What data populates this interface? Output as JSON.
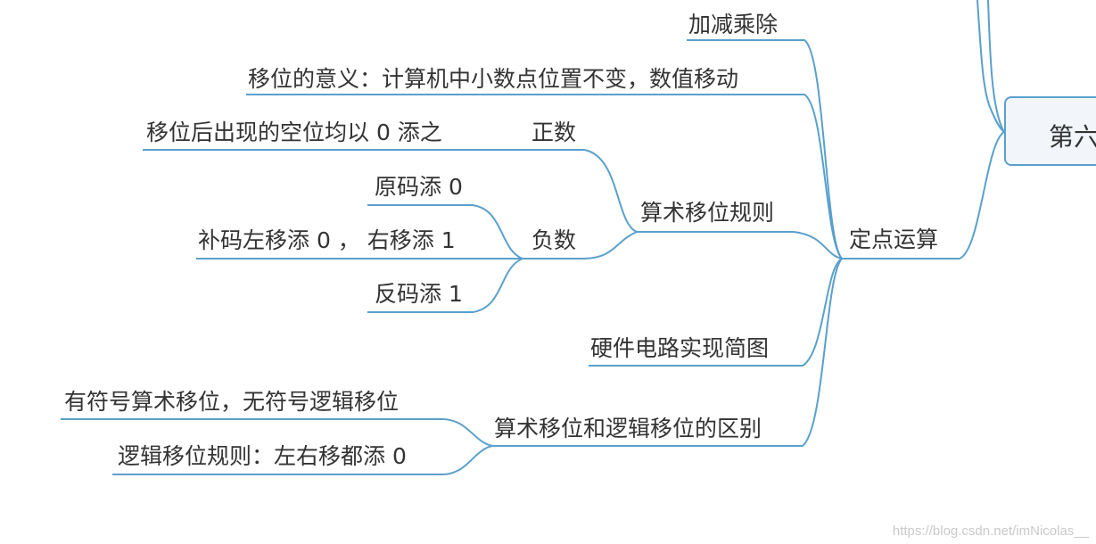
{
  "root": {
    "label": "第六"
  },
  "main": {
    "label": "定点运算"
  },
  "children": {
    "arith": "加减乘除",
    "meaning": "移位的意义：计算机中小数点位置不变，数值移动",
    "rules": "算术移位规则",
    "hardware": "硬件电路实现简图",
    "diff": "算术移位和逻辑移位的区别"
  },
  "rules": {
    "positive": "正数",
    "positive_note": "移位后出现的空位均以 0 添之",
    "negative": "负数",
    "neg_sign_mag": "原码添 0",
    "neg_twos": "补码左移添 0 ， 右移添 1",
    "neg_ones": "反码添 1"
  },
  "diff": {
    "signed_unsigned": "有符号算术移位，无符号逻辑移位",
    "logic_rule": "逻辑移位规则：左右移都添 0"
  },
  "colors": {
    "line": "#5aa0cc",
    "text": "#333333"
  },
  "watermark": "https://blog.csdn.net/imNicolas__"
}
